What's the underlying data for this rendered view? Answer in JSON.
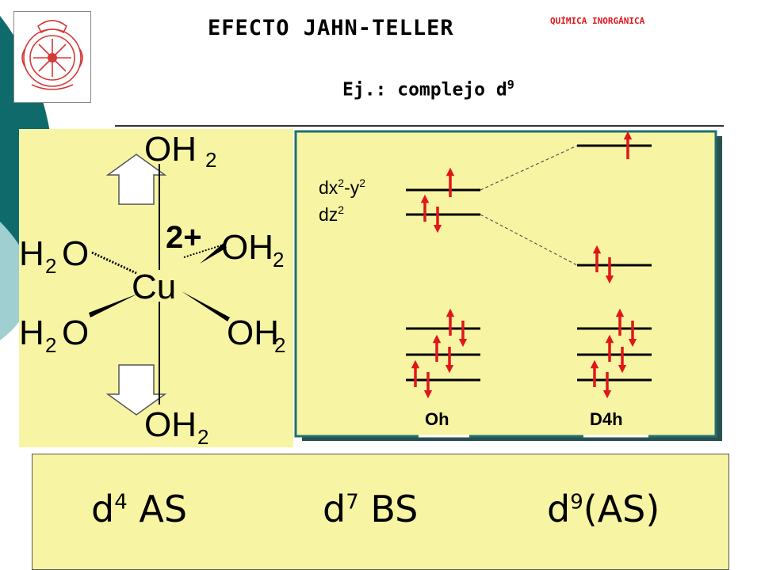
{
  "header": {
    "title": "EFECTO JAHN-TELLER",
    "subject": "QUÍMICA INORGÁNICA",
    "example": "Ej.: complejo d",
    "example_sup": "9"
  },
  "molecule": {
    "top_ligand": "OH",
    "bottom_ligand": "OH",
    "left_upper_ligand": "H",
    "left_upper_ligand_tail": "O",
    "left_lower_ligand": "H",
    "left_lower_ligand_tail": "O",
    "right_upper_ligand": "OH",
    "right_lower_ligand": "OH",
    "subscript": "2",
    "metal": "Cu",
    "charge": "2+"
  },
  "orbital_diagram": {
    "label_dx": "dx",
    "label_dx_sup": "2",
    "label_dx_mid": "-y",
    "label_dx_sup2": "2",
    "label_dz": "dz",
    "label_dz_sup": "2",
    "oh_label": "Oh",
    "d4h_label": "D4h"
  },
  "configs": {
    "item1_base": "d",
    "item1_sup": "4",
    "item1_tail": " AS",
    "item2_base": "d",
    "item2_sup": "7",
    "item2_tail": " BS",
    "item3_base": "d",
    "item3_sup": "9",
    "item3_tail": "(AS)"
  },
  "colors": {
    "panel": "#f7f5a3",
    "teal": "#0f6b6b",
    "light_teal": "#9fcfd0",
    "arrow": "#e0161b",
    "crest": "#d43a3a"
  }
}
